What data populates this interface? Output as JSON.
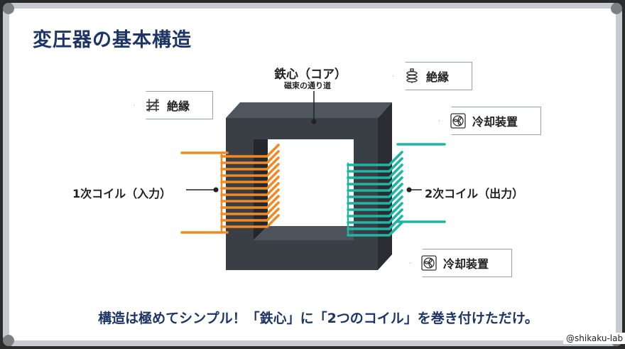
{
  "title": "変圧器の基本構造",
  "core": {
    "title": "鉄心（コア）",
    "subtitle": "磁束の通り道"
  },
  "coils": {
    "primary": "1次コイル（入力）",
    "secondary": "2次コイル（出力）"
  },
  "tags": {
    "insulation_left": {
      "label": "絶縁",
      "icon": "insulator-icon"
    },
    "insulation_right": {
      "label": "絶縁",
      "icon": "insulator-icon"
    },
    "cooling_top": {
      "label": "冷却装置",
      "icon": "fan-icon"
    },
    "cooling_bottom": {
      "label": "冷却装置",
      "icon": "fan-icon"
    }
  },
  "caption": "構造は極めてシンプル！「鉄心」に「2つのコイル」を巻き付けただけ。",
  "credit": "@shikaku-lab",
  "colors": {
    "title": "#1c3566",
    "core": "#3a3f46",
    "primary_coil": "#f08a24",
    "secondary_coil": "#1fb5a3",
    "board": "#ffffff",
    "frame": "#bfc3c7"
  }
}
